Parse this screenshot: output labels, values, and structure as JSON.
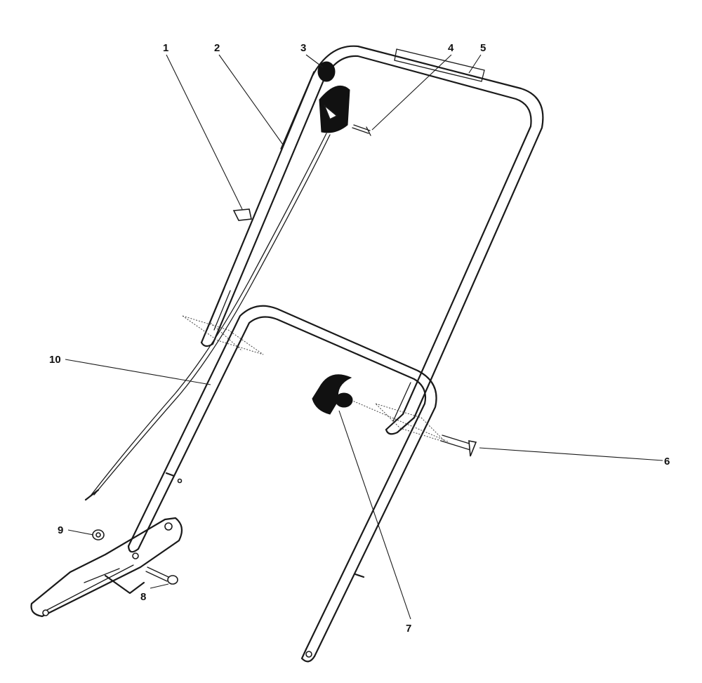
{
  "labels": {
    "p1": "1",
    "p2": "2",
    "p3": "3",
    "p4": "4",
    "p5": "5",
    "p6": "6",
    "p7": "7",
    "p8": "8",
    "p9": "9",
    "p10": "10"
  }
}
